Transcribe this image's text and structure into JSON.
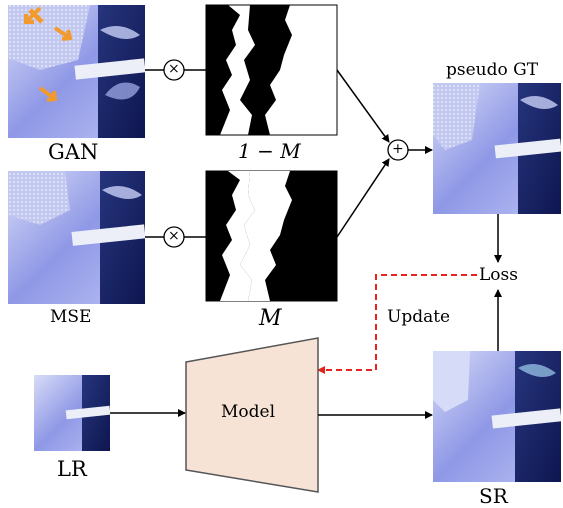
{
  "labels": {
    "gan": "GAN",
    "mse": "MSE",
    "one_minus_m": "1 − M",
    "m": "M",
    "pseudo_gt": "pseudo GT",
    "loss": "Loss",
    "update": "Update",
    "model": "Model",
    "lr": "LR",
    "sr": "SR"
  },
  "operators": {
    "multiply": "×",
    "add": "+"
  },
  "colors": {
    "model_fill": "#f7e3d6",
    "update_arrow": "#e8231f",
    "highlight_arrow": "#f29a2e",
    "image_dark": "#1a2a6e",
    "image_light": "#c9d0f5"
  }
}
